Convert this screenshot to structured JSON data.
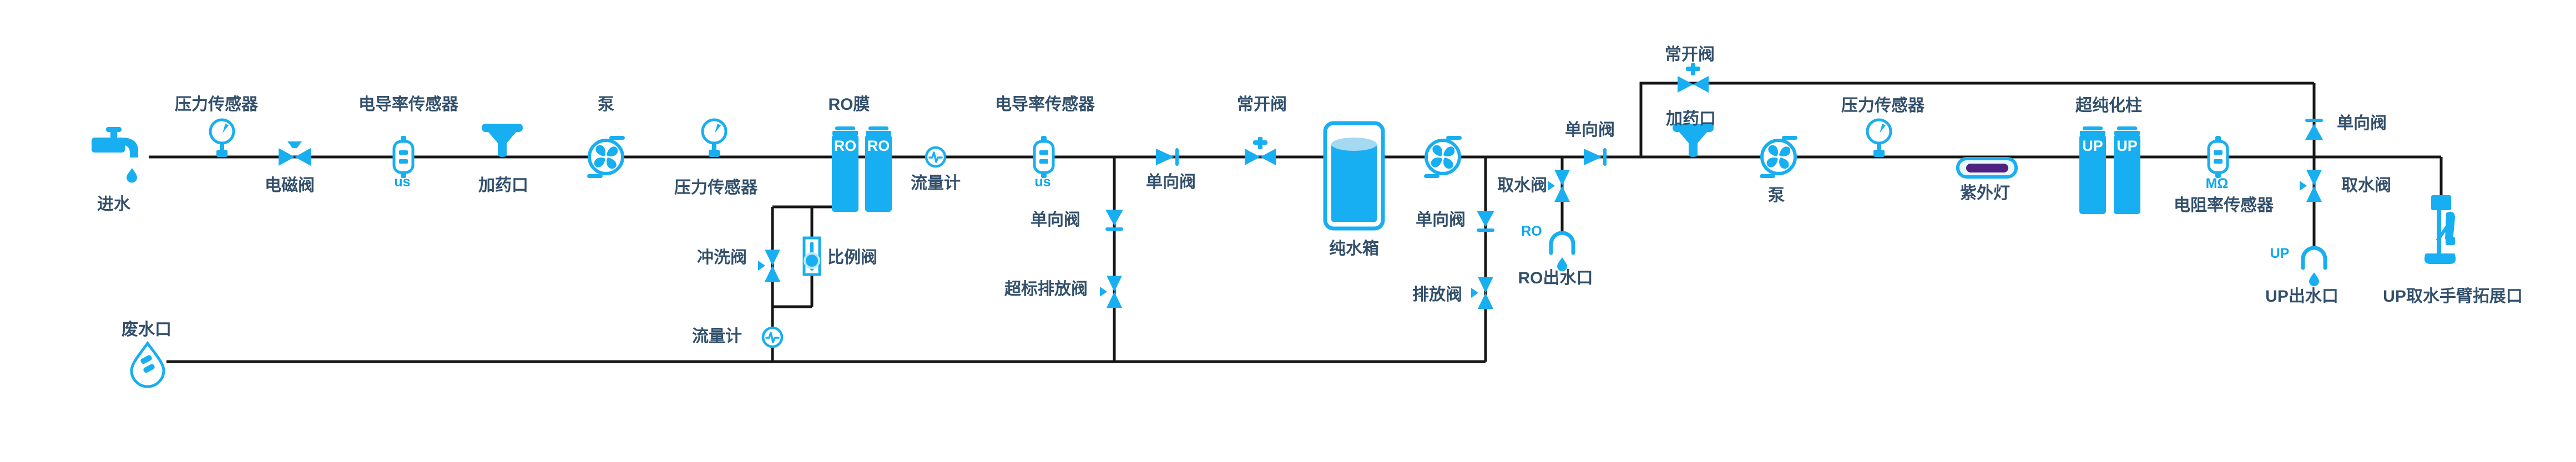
{
  "colors": {
    "accent": "#17aff1",
    "line": "#161616",
    "label": "#33506b",
    "smallblue": "#0fa7ee",
    "water": "#17aef2",
    "water-light": "#a5d9f2",
    "uv": "#4f2180",
    "paper": "#ffffff"
  },
  "labels": {
    "inlet": "进水",
    "pressure_sensor_1": "压力传感器",
    "solenoid_valve": "电磁阀",
    "conductivity_sensor_1": "电导率传感器",
    "us_1": "us",
    "dosing_port_1": "加药口",
    "pump_1": "泵",
    "pressure_sensor_2": "压力传感器",
    "ro_membrane": "RO膜",
    "ro_col_1": "RO",
    "ro_col_2": "RO",
    "flow_meter_1": "流量计",
    "flush_valve": "冲洗阀",
    "proportional_valve": "比例阀",
    "flow_meter_2": "流量计",
    "waste_port": "废水口",
    "conductivity_sensor_2": "电导率传感器",
    "us_2": "us",
    "check_valve_1": "单向阀",
    "overflow_drain_valve": "超标排放阀",
    "check_valve_2": "单向阀",
    "normally_open_valve_1": "常开阀",
    "pure_water_tank": "纯水箱",
    "check_valve_3": "单向阀",
    "drain_valve": "排放阀",
    "intake_valve_1": "取水阀",
    "ro_text": "RO",
    "ro_outlet": "RO出水口",
    "check_valve_4": "单向阀",
    "normally_open_valve_2": "常开阀",
    "dosing_port_2": "加药口",
    "pump_3": "泵",
    "pressure_sensor_3": "压力传感器",
    "uv_lamp": "紫外灯",
    "up_column": "超纯化柱",
    "up_col_1": "UP",
    "up_col_2": "UP",
    "mohm": "MΩ",
    "resistivity_sensor": "电阻率传感器",
    "check_valve_5": "单向阀",
    "intake_valve_2": "取水阀",
    "up_text": "UP",
    "up_outlet": "UP出水口",
    "up_arm": "UP取水手臂拓展口"
  }
}
